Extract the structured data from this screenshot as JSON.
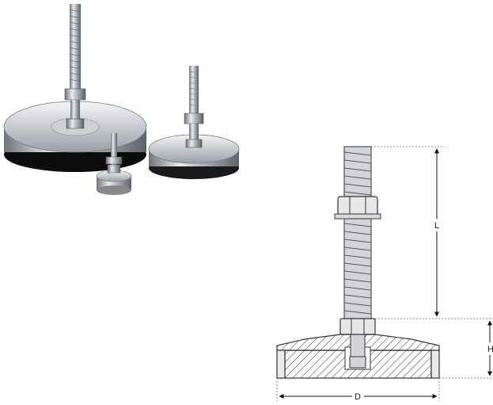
{
  "photo": {
    "description_icon": "leveling-feet-photo-icon"
  },
  "drawing": {
    "dimensions": {
      "L": "L",
      "H": "H",
      "D": "D"
    }
  },
  "colors": {
    "line": "#333333",
    "steel": "#c9ccd1",
    "rubber": "#111111"
  }
}
